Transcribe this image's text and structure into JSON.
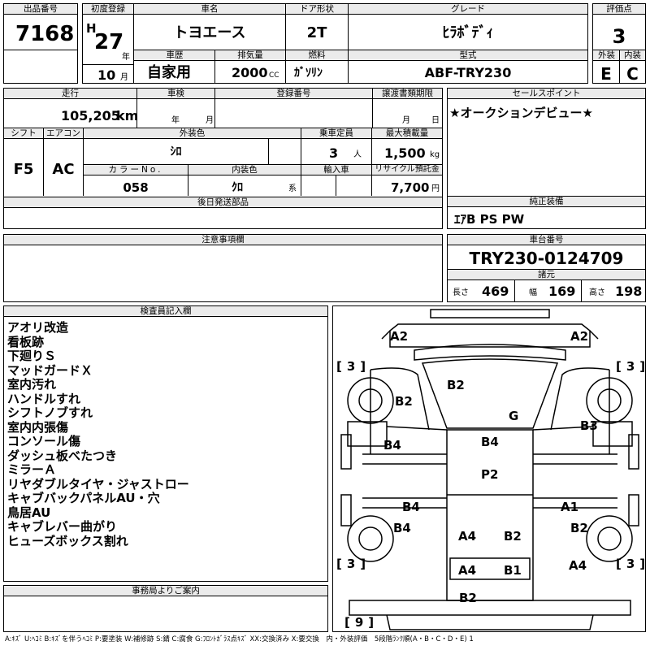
{
  "header": {
    "lot_no_label": "出品番号",
    "lot_no": "7168",
    "first_reg_label": "初度登録",
    "era": "H",
    "year": "27",
    "year_unit": "年",
    "month": "10",
    "month_unit": "月",
    "car_name_label": "車名",
    "car_name": "トヨエース",
    "history_label": "車歴",
    "history": "自家用",
    "displacement_label": "排気量",
    "displacement": "2000",
    "displacement_unit": "CC",
    "door_label": "ドア形状",
    "door": "2T",
    "fuel_label": "燃料",
    "fuel": "ｶﾞｿﾘﾝ",
    "grade_label": "グレード",
    "grade": "ﾋﾗﾎﾞﾃﾞｨ",
    "model_label": "型式",
    "model": "ABF-TRY230",
    "score_label": "評価点",
    "score": "3",
    "exterior_label": "外装",
    "exterior": "E",
    "interior_label": "内装",
    "interior": "C"
  },
  "spec": {
    "mileage_label": "走行",
    "mileage": "105,205",
    "mileage_unit": "km",
    "inspection_label": "車検",
    "inspection_year_unit": "年",
    "inspection_month_unit": "月",
    "regno_label": "登録番号",
    "transfer_label": "譲渡書類期限",
    "transfer_month_unit": "月",
    "transfer_day_unit": "日",
    "shift_label": "シフト",
    "shift": "F5",
    "ac_label": "エアコン",
    "ac": "AC",
    "color_label": "外装色",
    "color": "ｼﾛ",
    "seats_label": "乗車定員",
    "seats": "3",
    "seats_unit": "人",
    "load_label": "最大積載量",
    "load": "1,500",
    "load_unit": "kg",
    "colorno_label": "カラーNo.",
    "colorno": "058",
    "intcolor_label": "内装色",
    "intcolor": "ｸﾛ",
    "intcolor_unit": "系",
    "import_label": "輸入車",
    "recycle_label": "リサイクル預託金",
    "recycle": "7,700",
    "recycle_unit": "円",
    "later_label": "後日発送部品"
  },
  "sales": {
    "label": "セールスポイント",
    "text": "★オークションデビュー★"
  },
  "genuine": {
    "label": "純正装備",
    "text": "ｴｱB PS PW"
  },
  "notes": {
    "label": "注意事項欄"
  },
  "chassis": {
    "label": "車台番号",
    "value": "TRY230-0124709",
    "dims_label": "諸元",
    "length_label": "長さ",
    "length": "469",
    "width_label": "幅",
    "width": "169",
    "height_label": "高さ",
    "height": "198"
  },
  "inspector": {
    "label": "検査員記入欄",
    "lines": [
      "アオリ改造",
      "看板跡",
      "下廻りＳ",
      "マッドガードＸ",
      "室内汚れ",
      "ハンドルすれ",
      "シフトノブすれ",
      "室内内張傷",
      "コンソール傷",
      "ダッシュ板べたつき",
      "ミラーＡ",
      "リヤダブルタイヤ・ジャストロー",
      "キャブバックパネルAU・穴",
      "鳥居AU",
      "キャブレバー曲がり",
      "ヒューズボックス割れ"
    ]
  },
  "office": {
    "label": "事務局よりご案内"
  },
  "diagram": {
    "marks": {
      "m1": "A2",
      "m2": "A2",
      "m3": "B2",
      "m4": "B2",
      "m5": "G",
      "m6": "B3",
      "m7": "B4",
      "m8": "B4",
      "m9": "P2",
      "m10": "B4",
      "m11": "A1",
      "m12": "B4",
      "m13": "A4",
      "m14": "B2",
      "m15": "B2",
      "m16": "A4",
      "m17": "B1",
      "m18": "A4",
      "m19": "B2"
    },
    "tires": {
      "t1": "3",
      "t2": "3",
      "t3": "3",
      "t4": "3",
      "t5": "9"
    }
  },
  "legend": "A:ｷｽﾞ U:ﾍｺﾐ B:ｷｽﾞを伴うﾍｺﾐ P:要塗装 W:補修跡 S:錆 C:腐食 G:ﾌﾛﾝﾄｶﾞﾗｽ点ｷｽﾞ XX:交換済み X:要交換　内・外装評価　5段階ﾗﾝｸ順(A・B・C・D・E) 1"
}
